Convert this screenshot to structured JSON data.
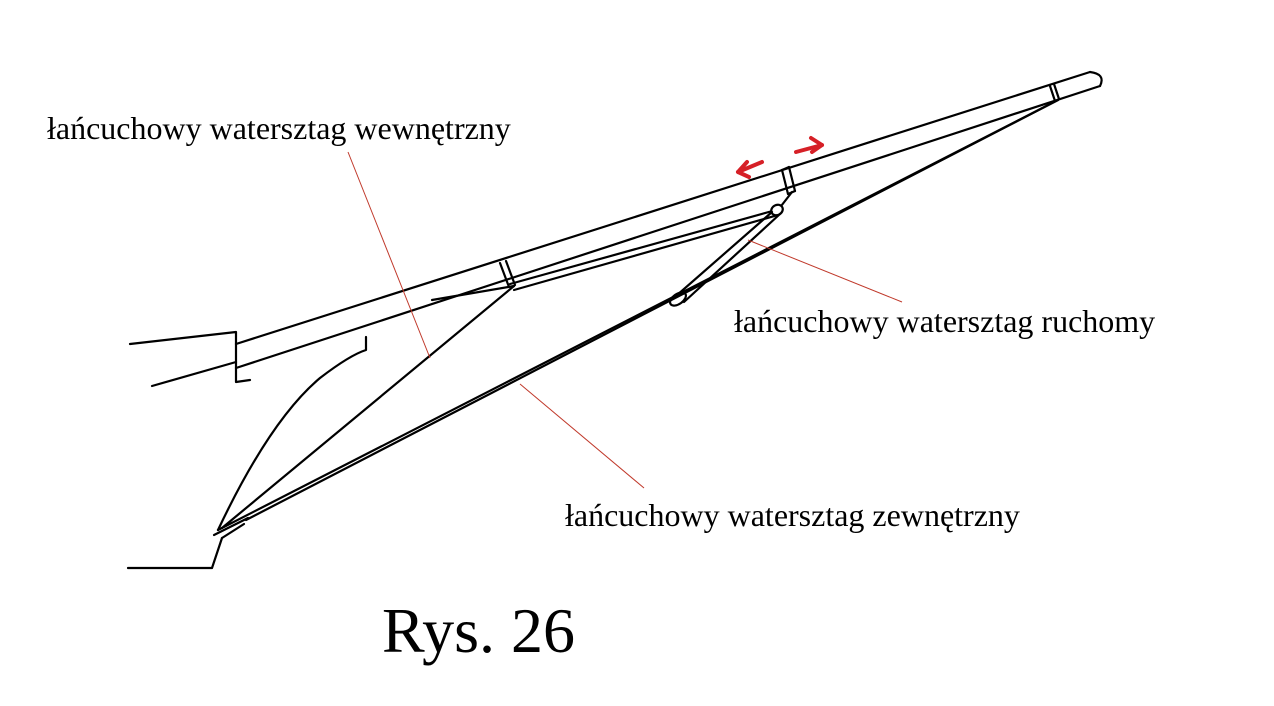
{
  "labels": {
    "inner_stay": "łańcuchowy watersztag wewnętrzny",
    "movable_stay": "łańcuchowy watersztag ruchomy",
    "outer_stay": "łańcuchowy watersztag zewnętrzny"
  },
  "caption": "Rys. 26",
  "colors": {
    "ink": "#000000",
    "leader": "#c0392b",
    "arrow": "#d62027"
  },
  "arrows": {
    "direction_left": "arrow-left-icon",
    "direction_right": "arrow-right-icon"
  }
}
